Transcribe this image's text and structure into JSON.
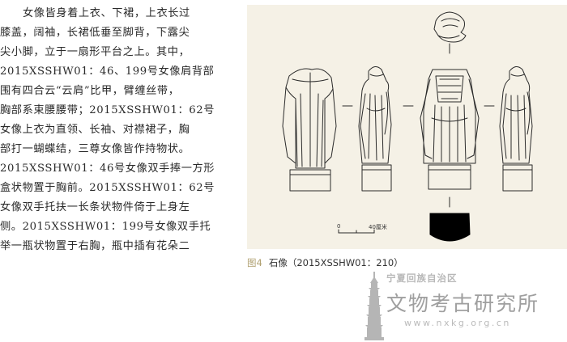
{
  "article": {
    "lines": [
      "女像皆身着上衣、下裙，上衣长过",
      "膝盖，阔袖，长裙低垂至脚背，下露尖",
      "尖小脚，立于一扇形平台之上。其中，",
      "2015XSSHW01：46、199号女像肩背部",
      "围有四合云“云肩”比甲，臂缠丝带，",
      "胸部系束腰腰带；2015XSSHW01：62号",
      "女像上衣为直领、长袖、对襟裙子，胸",
      "部打一蝴蝶结，三尊女像皆作持物状。",
      "2015XSSHW01：46号女像双手捧一方形",
      "盒状物置于胸前。2015XSSHW01：62号",
      "女像双手托扶一长条状物件倚于上身左",
      "侧。2015XSSHW01：199号女像双手托",
      "举一瓶状物置于右胸，瓶中插有花朵二"
    ]
  },
  "figure": {
    "scale": {
      "zero": "0",
      "end": "40厘米"
    },
    "caption_num": "图4",
    "caption_text": "石像（2015XSSHW01：210）"
  },
  "watermark": {
    "org_small": "宁夏回族自治区",
    "org_large": "文物考古研究所",
    "url": "www.nxkg.org.cn"
  },
  "colors": {
    "panel_bg": "#f5f1e6",
    "caption_num": "#b0a070",
    "line_art": "#2b2b2b"
  },
  "icons": [
    "pagoda-logo-icon"
  ]
}
